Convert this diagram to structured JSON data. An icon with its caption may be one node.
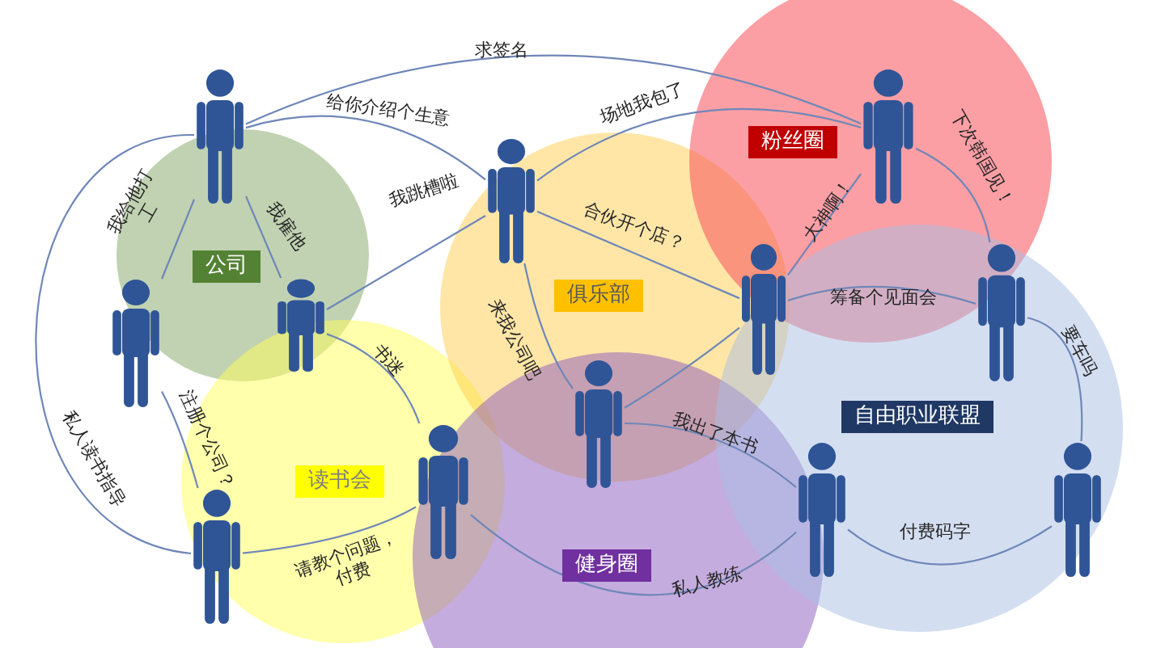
{
  "diagram": {
    "nodes": [
      {
        "text": [
          "公司"
        ]
      },
      {
        "text": [
          "读书会"
        ]
      },
      {
        "text": [
          "俱乐部"
        ]
      },
      {
        "text": [
          "粉丝圈"
        ]
      },
      {
        "text": [
          "健身圈"
        ]
      },
      {
        "text": [
          "自由职业联盟"
        ]
      },
      {
        "text": [],
        "shape": "person"
      },
      {
        "text": [],
        "shape": "person"
      },
      {
        "text": [],
        "shape": "person"
      },
      {
        "text": [],
        "shape": "person"
      },
      {
        "text": [],
        "shape": "person"
      },
      {
        "text": [],
        "shape": "person"
      },
      {
        "text": [],
        "shape": "person"
      },
      {
        "text": [],
        "shape": "person"
      },
      {
        "text": [],
        "shape": "person"
      },
      {
        "text": [],
        "shape": "person"
      },
      {
        "text": [],
        "shape": "person"
      },
      {
        "text": [],
        "shape": "person"
      }
    ],
    "edges": [
      {
        "from": 6,
        "to": 7,
        "arrow": "none",
        "label": "我给他打工"
      },
      {
        "from": 6,
        "to": 8,
        "arrow": "none",
        "label": "我雇他"
      },
      {
        "from": 6,
        "to": 10,
        "arrow": "none",
        "label": "求签名"
      },
      {
        "from": 6,
        "to": 9,
        "arrow": "none",
        "label": "给你介绍个生意"
      },
      {
        "from": 8,
        "to": 9,
        "arrow": "none",
        "label": "我跳槽啦"
      },
      {
        "from": 9,
        "to": 10,
        "arrow": "none",
        "label": "场地我包了"
      },
      {
        "from": 9,
        "to": 11,
        "arrow": "none",
        "label": "合伙开个店？"
      },
      {
        "from": 9,
        "to": 13,
        "arrow": "none",
        "label": "来我公司吧"
      },
      {
        "from": 11,
        "to": 10,
        "arrow": "none",
        "label": "大神啊！"
      },
      {
        "from": 10,
        "to": 12,
        "arrow": "none",
        "label": "下次韩国见！"
      },
      {
        "from": 11,
        "to": 12,
        "arrow": "none",
        "label": "筹备个见面会"
      },
      {
        "from": 12,
        "to": 17,
        "arrow": "none",
        "label": "要车吗"
      },
      {
        "from": 13,
        "to": 11,
        "arrow": "none"
      },
      {
        "from": 13,
        "to": 16,
        "arrow": "none",
        "label": "我出了本书"
      },
      {
        "from": 7,
        "to": 14,
        "arrow": "none",
        "label": "注册个公司？"
      },
      {
        "from": 8,
        "to": 15,
        "arrow": "none",
        "label": "书迷"
      },
      {
        "from": 14,
        "to": 15,
        "arrow": "none",
        "label": "请教个问题，付费"
      },
      {
        "from": 6,
        "to": 14,
        "arrow": "none",
        "label": "私人读书指导"
      },
      {
        "from": 15,
        "to": 16,
        "arrow": "none",
        "label": "私人教练"
      },
      {
        "from": 16,
        "to": 17,
        "arrow": "none",
        "label": "付费码字"
      }
    ]
  }
}
